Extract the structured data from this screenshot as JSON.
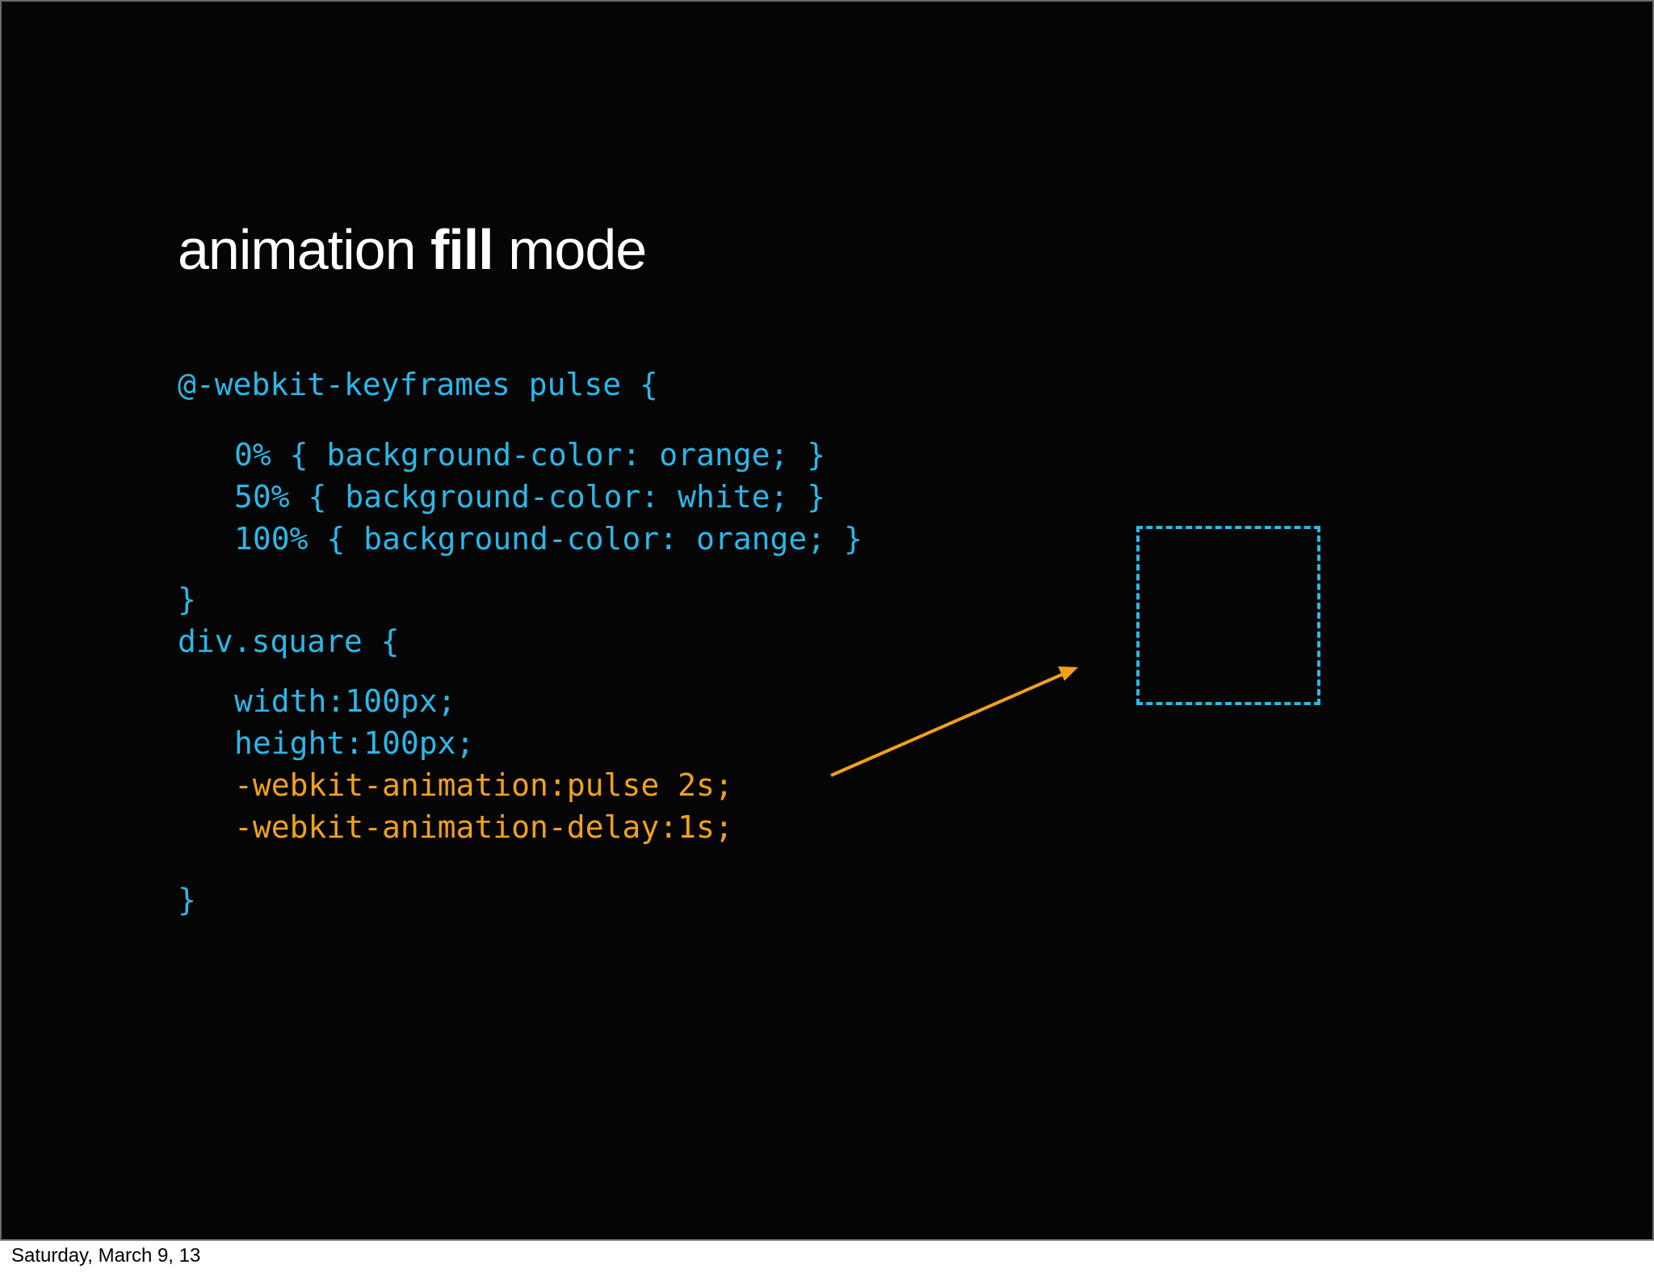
{
  "slide": {
    "title": {
      "prefix": "animation ",
      "bold": "fill",
      "suffix": " mode"
    },
    "code_lines": [
      {
        "text": "@-webkit-keyframes pulse {",
        "color": "#2bb7e8"
      },
      {
        "text": "0% { background-color: orange; }",
        "color": "#2bb7e8"
      },
      {
        "text": "50% { background-color: white; }",
        "color": "#2bb7e8"
      },
      {
        "text": "100% { background-color: orange; }",
        "color": "#2bb7e8"
      },
      {
        "text": "}",
        "color": "#2bb7e8"
      },
      {
        "text": "div.square {",
        "color": "#2bb7e8"
      },
      {
        "text": "width:100px;",
        "color": "#2bb7e8"
      },
      {
        "text": "height:100px;",
        "color": "#2bb7e8"
      },
      {
        "text": "-webkit-animation:pulse 2s;",
        "color": "#f0a11c"
      },
      {
        "text": "-webkit-animation-delay:1s;",
        "color": "#f0a11c"
      },
      {
        "text": "}",
        "color": "#2bb7e8"
      }
    ],
    "colors": {
      "background": "#050505",
      "code_blue": "#2bb7e8",
      "code_orange": "#f0a11c",
      "title": "#ffffff"
    }
  },
  "footer": {
    "date": "Saturday, March 9, 13"
  }
}
